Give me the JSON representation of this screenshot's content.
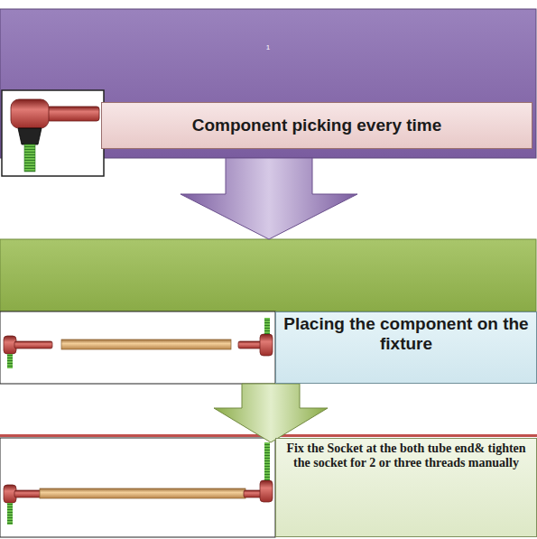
{
  "diagram": {
    "nodes": [
      {
        "text": [
          "1"
        ]
      },
      {
        "text": [
          "Component picking every time"
        ],
        "in": 0
      },
      {
        "text": [
          "Placing the component on the fixture"
        ]
      },
      {
        "text": [
          "Fix the Socket at the both tube end& tighten the socket for 2 or three threads manually"
        ]
      }
    ],
    "edges": [
      {
        "from": 0,
        "to": 2,
        "arrow": "to"
      },
      {
        "from": 2,
        "to": 3,
        "arrow": "to"
      }
    ]
  }
}
